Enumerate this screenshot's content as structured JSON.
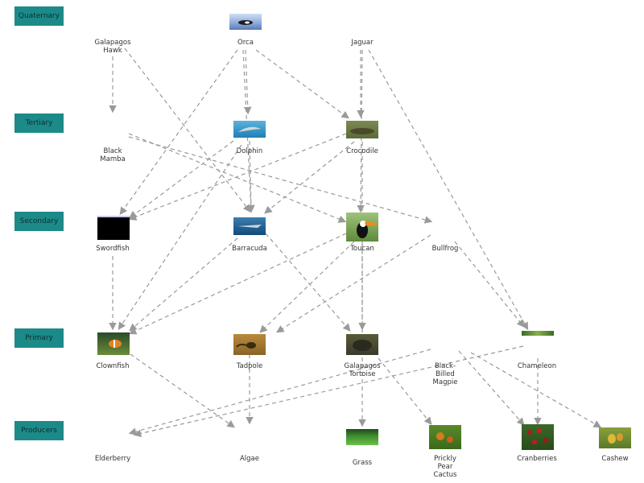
{
  "levels": {
    "quaternary": "Quaternary",
    "tertiary": "Tertiary",
    "secondary": "Secondary",
    "primary": "Primary",
    "producers": "Producers"
  },
  "nodes": {
    "galapagos_hawk": "Galapagos\nHawk",
    "orca": "Orca",
    "jaguar": "Jaguar",
    "black_mamba": "Black\nMamba",
    "dolphin": "Dolphin",
    "crocodile": "Crocodile",
    "swordfish": "Swordfish",
    "barracuda": "Barracuda",
    "toucan": "Toucan",
    "bullfrog": "Bullfrog",
    "clownfish": "Clownfish",
    "tadpole": "Tadpole",
    "galapagos_tortoise": "Galapagos\nTortoise",
    "black_billed_magpie": "Black-\nBilled\nMagpie",
    "chameleon": "Chameleon",
    "elderberry": "Elderberry",
    "algae": "Algae",
    "grass": "Grass",
    "prickly_pear_cactus": "Prickly\nPear\nCactus",
    "cranberries": "Cranberries",
    "cashew": "Cashew"
  },
  "colors": {
    "level_box": "#1c8a88",
    "edge": "#9a9a9a"
  }
}
